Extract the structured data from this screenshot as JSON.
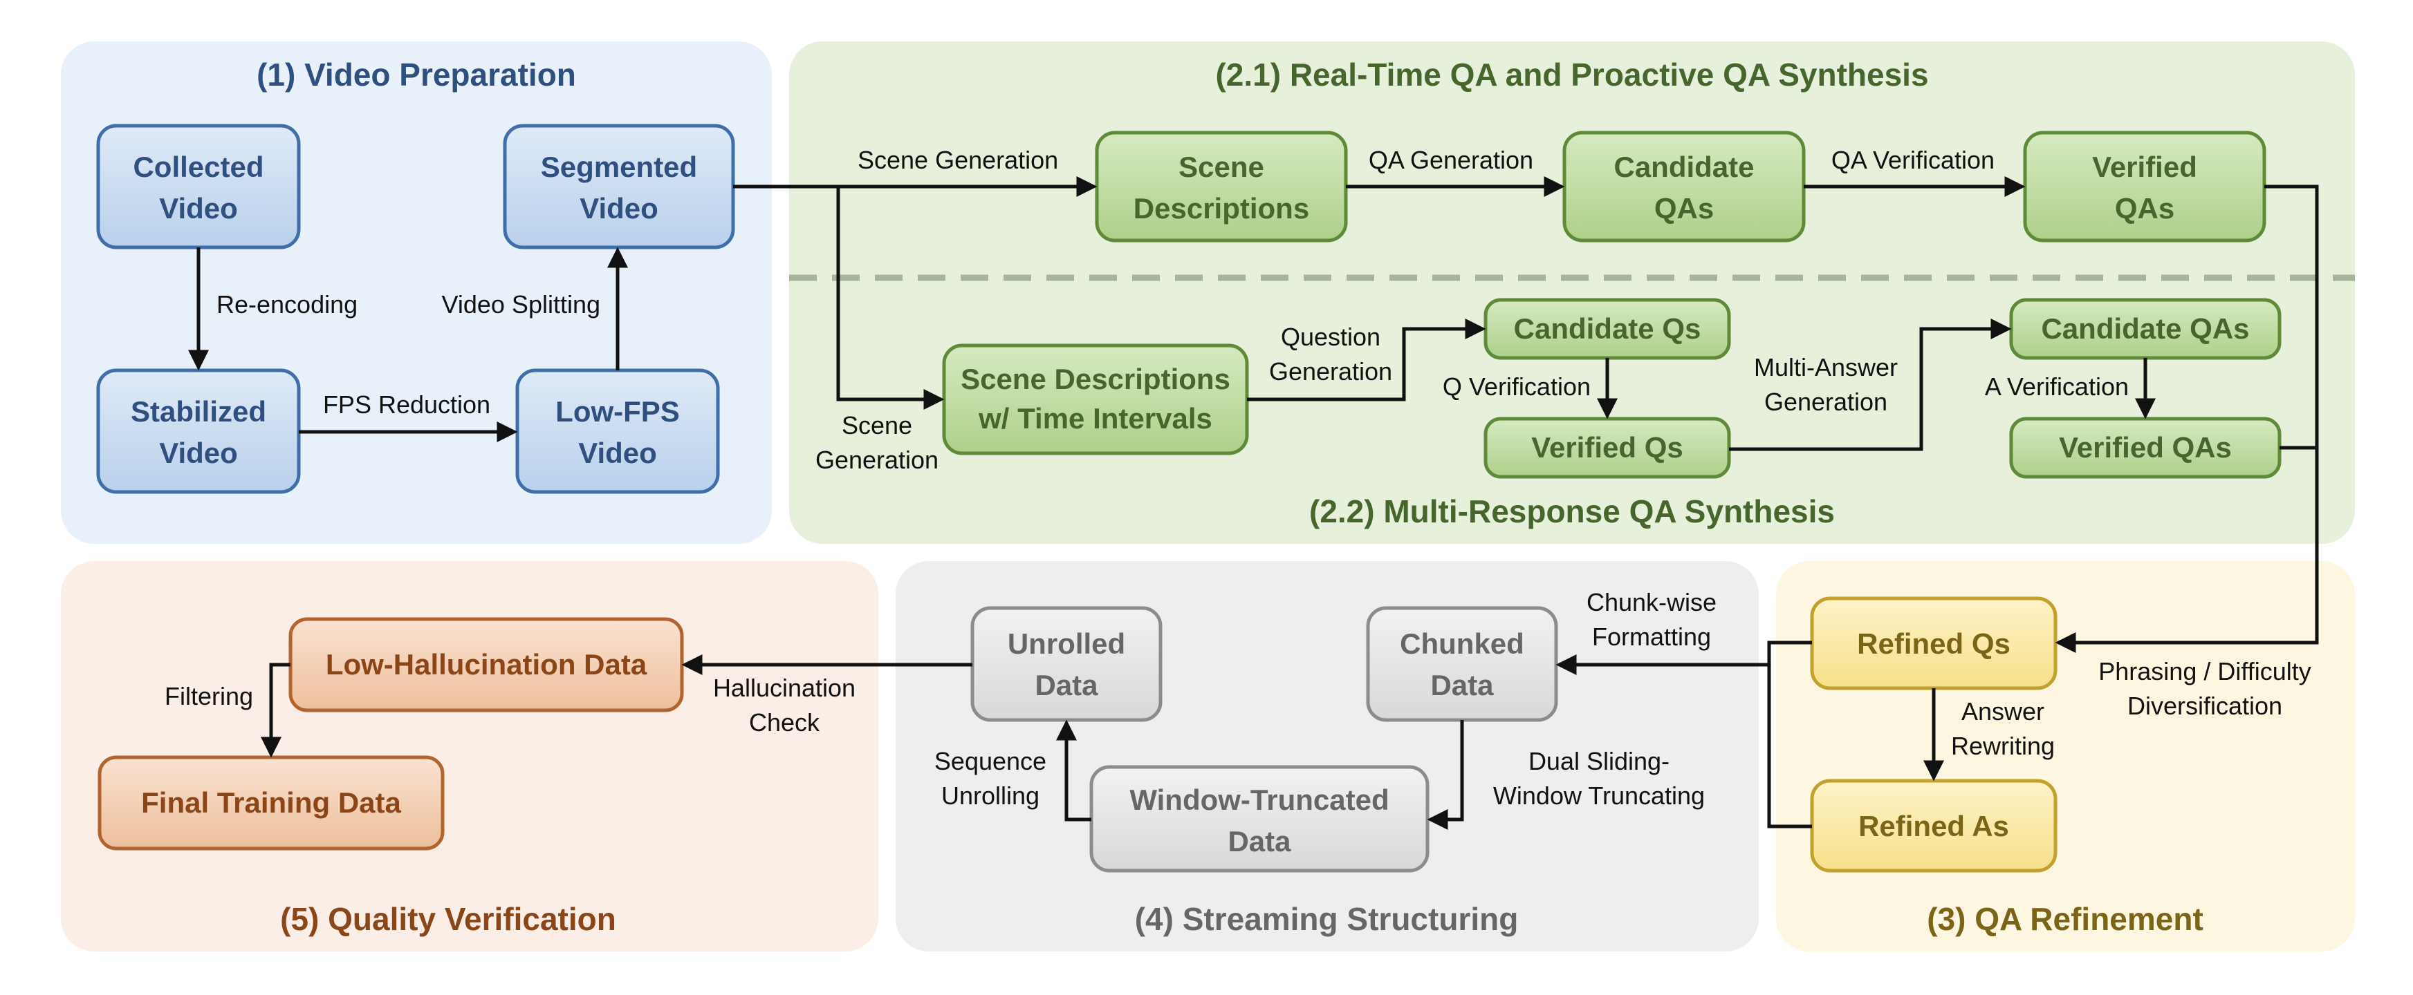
{
  "stages": {
    "video_preparation": {
      "title": "(1) Video Preparation",
      "color": "#2f4f7f"
    },
    "realtime_proactive": {
      "title": "(2.1) Real-Time QA and Proactive QA Synthesis",
      "color": "#46662e"
    },
    "multi_response": {
      "title": "(2.2) Multi-Response QA Synthesis",
      "color": "#46662e"
    },
    "qa_refinement": {
      "title": "(3) QA Refinement",
      "color": "#7a6418"
    },
    "streaming_structuring": {
      "title": "(4) Streaming Structuring",
      "color": "#666666"
    },
    "quality_verification": {
      "title": "(5) Quality Verification",
      "color": "#8a4519"
    }
  },
  "nodes": {
    "collected_video": {
      "line1": "Collected",
      "line2": "Video"
    },
    "stabilized_video": {
      "line1": "Stabilized",
      "line2": "Video"
    },
    "low_fps_video": {
      "line1": "Low-FPS",
      "line2": "Video"
    },
    "segmented_video": {
      "line1": "Segmented",
      "line2": "Video"
    },
    "scene_descriptions": {
      "line1": "Scene",
      "line2": "Descriptions"
    },
    "candidate_qas_top": {
      "line1": "Candidate",
      "line2": "QAs"
    },
    "verified_qas_top": {
      "line1": "Verified",
      "line2": "QAs"
    },
    "scene_desc_intervals": {
      "line1": "Scene Descriptions",
      "line2": "w/ Time Intervals"
    },
    "candidate_qs": {
      "line1": "Candidate Qs"
    },
    "verified_qs": {
      "line1": "Verified Qs"
    },
    "candidate_qas_bottom": {
      "line1": "Candidate QAs"
    },
    "verified_qas_bottom": {
      "line1": "Verified QAs"
    },
    "refined_qs": {
      "line1": "Refined Qs"
    },
    "refined_as": {
      "line1": "Refined As"
    },
    "chunked_data": {
      "line1": "Chunked",
      "line2": "Data"
    },
    "window_truncated_data": {
      "line1": "Window-Truncated",
      "line2": "Data"
    },
    "unrolled_data": {
      "line1": "Unrolled",
      "line2": "Data"
    },
    "low_hallucination_data": {
      "line1": "Low-Hallucination Data"
    },
    "final_training_data": {
      "line1": "Final Training Data"
    }
  },
  "edge_labels": {
    "re_encoding": "Re-encoding",
    "fps_reduction": "FPS Reduction",
    "video_splitting": "Video Splitting",
    "scene_generation_top": "Scene Generation",
    "qa_generation": "QA Generation",
    "qa_verification": "QA Verification",
    "scene_generation_bottom": [
      "Scene",
      "Generation"
    ],
    "question_generation": [
      "Question",
      "Generation"
    ],
    "q_verification": "Q Verification",
    "multi_answer_generation": [
      "Multi-Answer",
      "Generation"
    ],
    "a_verification": "A Verification",
    "phrasing_diversification": [
      "Phrasing / Difficulty",
      "Diversification"
    ],
    "answer_rewriting": [
      "Answer",
      "Rewriting"
    ],
    "chunk_wise_formatting": [
      "Chunk-wise",
      "Formatting"
    ],
    "dual_sliding_window": [
      "Dual Sliding-",
      "Window Truncating"
    ],
    "sequence_unrolling": [
      "Sequence",
      "Unrolling"
    ],
    "hallucination_check": [
      "Hallucination",
      "Check"
    ],
    "filtering": "Filtering"
  },
  "colors": {
    "blue_fill": "#c9dbf0",
    "blue_stroke": "#3f6ea8",
    "blue_panel": "#e8f0fa",
    "green_fill": "#bedba0",
    "green_stroke": "#5e8a3a",
    "green_panel": "#e6f0db",
    "yellow_fill": "#fbeaa8",
    "yellow_stroke": "#c3a02c",
    "yellow_panel": "#fdf6e1",
    "gray_fill": "#e6e6e6",
    "gray_stroke": "#8c8c8c",
    "gray_panel": "#eeeeee",
    "orange_fill": "#f5d1b6",
    "orange_stroke": "#b2642e",
    "orange_panel": "#fbeee6"
  }
}
